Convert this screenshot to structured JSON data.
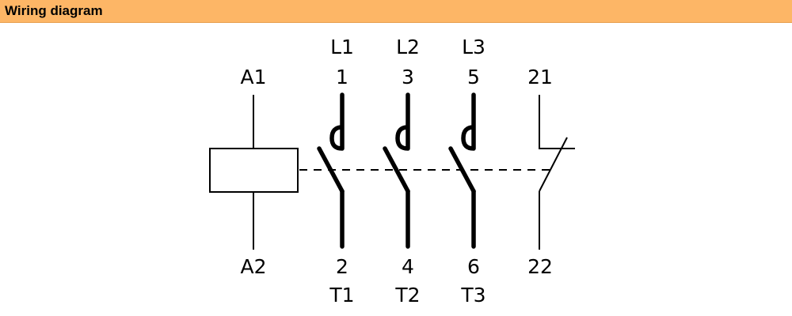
{
  "header": {
    "title": "Wiring diagram"
  },
  "coil": {
    "top_terminal": "A1",
    "bottom_terminal": "A2"
  },
  "main_contacts": [
    {
      "line": "L1",
      "top_terminal": "1",
      "bottom_terminal": "2",
      "load": "T1"
    },
    {
      "line": "L2",
      "top_terminal": "3",
      "bottom_terminal": "4",
      "load": "T2"
    },
    {
      "line": "L3",
      "top_terminal": "5",
      "bottom_terminal": "6",
      "load": "T3"
    }
  ],
  "auxiliary_contact": {
    "type": "normally-closed",
    "top_terminal": "21",
    "bottom_terminal": "22"
  }
}
